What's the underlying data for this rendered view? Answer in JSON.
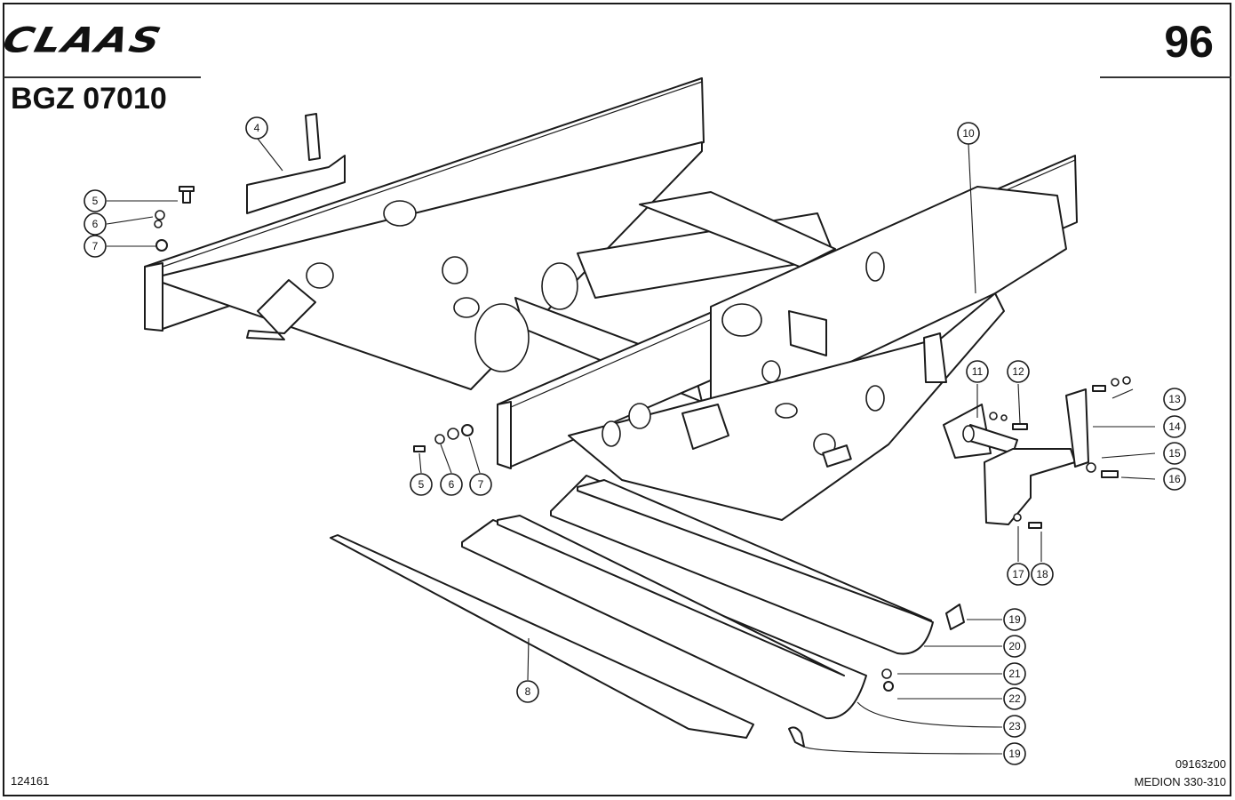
{
  "header": {
    "brand": "CLAAS",
    "doc_id": "BGZ 07010",
    "page_number": "96"
  },
  "footer": {
    "left_code": "124161",
    "drawing_code": "09163z00",
    "model": "MEDION 330-310"
  },
  "callouts": [
    {
      "label": "4"
    },
    {
      "label": "5"
    },
    {
      "label": "6"
    },
    {
      "label": "7"
    },
    {
      "label": "5"
    },
    {
      "label": "6"
    },
    {
      "label": "7"
    },
    {
      "label": "8"
    },
    {
      "label": "10"
    },
    {
      "label": "11"
    },
    {
      "label": "12"
    },
    {
      "label": "13"
    },
    {
      "label": "14"
    },
    {
      "label": "15"
    },
    {
      "label": "16"
    },
    {
      "label": "17"
    },
    {
      "label": "18"
    },
    {
      "label": "19"
    },
    {
      "label": "20"
    },
    {
      "label": "21"
    },
    {
      "label": "22"
    },
    {
      "label": "23"
    },
    {
      "label": "19"
    }
  ]
}
